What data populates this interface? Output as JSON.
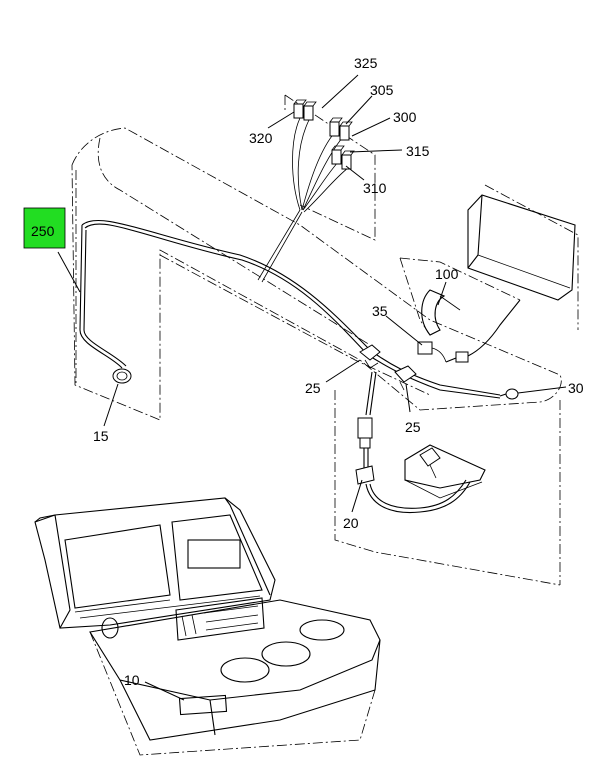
{
  "callouts": {
    "c250": "250",
    "c325": "325",
    "c305": "305",
    "c300": "300",
    "c320": "320",
    "c315": "315",
    "c310": "310",
    "c100": "100",
    "c35": "35",
    "c25a": "25",
    "c25b": "25",
    "c30": "30",
    "c15": "15",
    "c20": "20",
    "c10": "10"
  },
  "highlight": {
    "callout": "250",
    "color": "#22dd22"
  }
}
